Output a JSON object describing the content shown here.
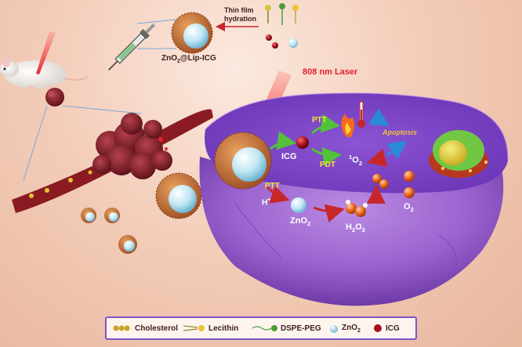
{
  "labels": {
    "product": "ZnO2@Lip-ICG",
    "product_main": "ZnO",
    "product_sub": "2",
    "product_rest": "@Lip-ICG",
    "thin_film_line1": "Thin film",
    "thin_film_line2": "hydration",
    "laser": "808 nm Laser",
    "ptt_top": "PTT",
    "ptt_mid": "PTT",
    "pdt": "PDT",
    "icg": "ICG",
    "apoptosis": "Apoptosis",
    "singlet_oxygen_sup": "1",
    "singlet_oxygen": "O",
    "singlet_oxygen_sub": "2",
    "h_plus": "H",
    "h_plus_sup": "+",
    "zno2_main": "ZnO",
    "zno2_sub": "2",
    "h2o2_a": "H",
    "h2o2_sub1": "2",
    "h2o2_b": "O",
    "h2o2_sub2": "2",
    "o2_main": "O",
    "o2_sub": "2"
  },
  "legend": [
    {
      "label": "Cholesterol",
      "icon": "cholesterol-icon"
    },
    {
      "label": "Lecithin",
      "icon": "lecithin-icon"
    },
    {
      "label": "DSPE-PEG",
      "icon": "dspe-peg-icon"
    },
    {
      "label": "ZnO",
      "sub": "2",
      "icon": "zno2-sphere-icon"
    },
    {
      "label": "ICG",
      "icon": "icg-sphere-icon"
    }
  ],
  "colors": {
    "cell": "#9a62cf",
    "cell_dark": "#6e3aa8",
    "laser": "#e4262b",
    "zno2": "#bfe6f4",
    "icg": "#a3121c",
    "arrow_green": "#52c23a",
    "arrow_red": "#c8272a",
    "arrow_blue": "#2b8ad8",
    "tumor": "#7a1e27",
    "legend_border": "#7b56c9"
  }
}
